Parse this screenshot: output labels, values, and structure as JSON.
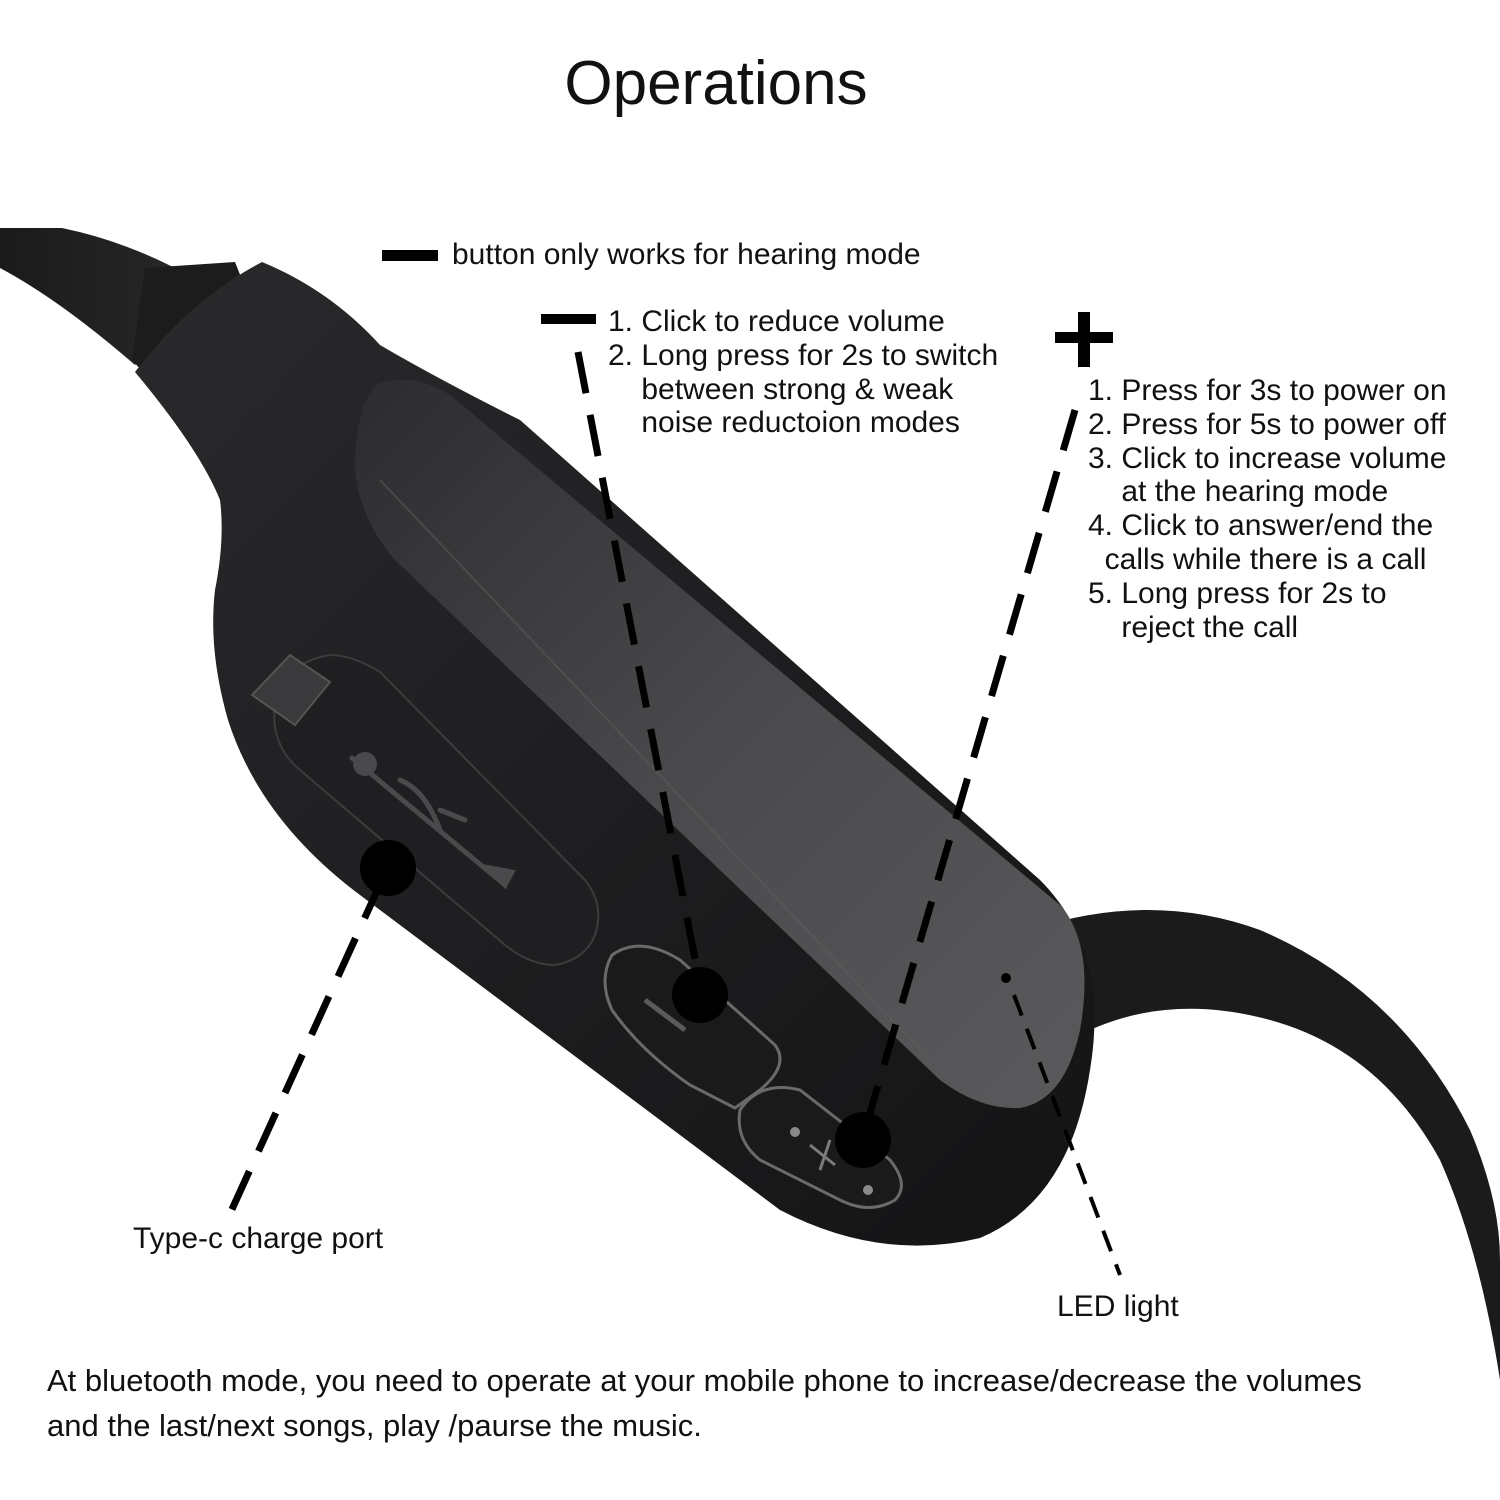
{
  "title": "Operations",
  "minus_note": "button only works for hearing mode",
  "minus_button": {
    "symbol": "—",
    "items": [
      "1. Click to reduce volume",
      "2. Long press for 2s to switch",
      "    between strong & weak",
      "    noise reductoion modes"
    ]
  },
  "plus_button": {
    "symbol": "+",
    "items": [
      "1. Press for 3s to power on",
      "2. Press for 5s to power off",
      "3. Click to increase volume",
      "    at the hearing mode",
      "4. Click to answer/end the",
      "  calls while there is a call",
      "5. Long press for 2s to",
      "    reject the call"
    ]
  },
  "charge_port_label": "Type-c charge port",
  "led_label": "LED light",
  "footer": [
    "At bluetooth mode, you need to operate at your mobile phone to increase/decrease the volumes",
    "and the last/next songs, play /paurse the music."
  ],
  "colors": {
    "device_body": "#1e1e20",
    "device_panel": "#3a3a3c",
    "text": "#111111",
    "background": "#ffffff"
  }
}
